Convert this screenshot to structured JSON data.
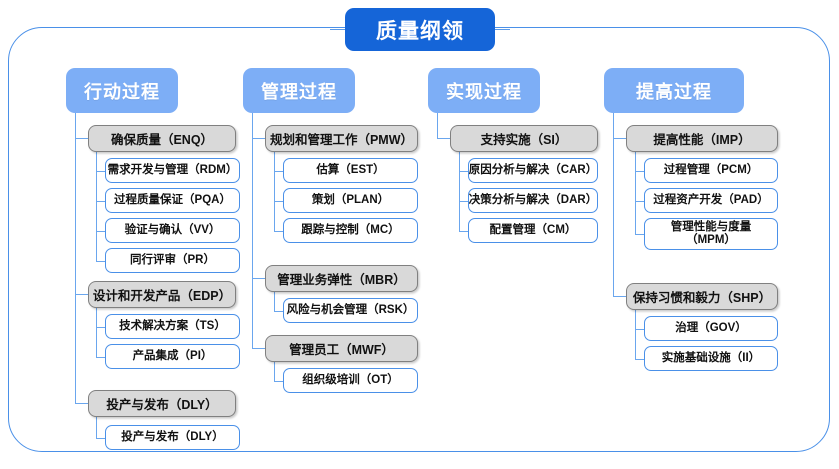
{
  "diagram": {
    "type": "tree-hierarchy",
    "root": {
      "label": "质量纲领"
    },
    "columns": [
      {
        "id": "col-action",
        "header": "行动过程",
        "groups": [
          {
            "label": "确保质量（ENQ）",
            "children": [
              "需求开发与管理（RDM）",
              "过程质量保证（PQA）",
              "验证与确认（VV）",
              "同行评审（PR）"
            ]
          },
          {
            "label": "设计和开发产品（EDP）",
            "children": [
              "技术解决方案（TS）",
              "产品集成（PI）"
            ]
          },
          {
            "label": "投产与发布（DLY）",
            "children": [
              "投产与发布（DLY）"
            ]
          }
        ]
      },
      {
        "id": "col-manage",
        "header": "管理过程",
        "groups": [
          {
            "label": "规划和管理工作（PMW）",
            "children": [
              "估算（EST）",
              "策划（PLAN）",
              "跟踪与控制（MC）"
            ]
          },
          {
            "label": "管理业务弹性（MBR）",
            "children": [
              "风险与机会管理（RSK）"
            ]
          },
          {
            "label": "管理员工（MWF）",
            "children": [
              "组织级培训（OT）"
            ]
          }
        ]
      },
      {
        "id": "col-implement",
        "header": "实现过程",
        "groups": [
          {
            "label": "支持实施（SI）",
            "children": [
              "原因分析与解决（CAR）",
              "决策分析与解决（DAR）",
              "配置管理（CM）"
            ]
          }
        ]
      },
      {
        "id": "col-improve",
        "header": "提高过程",
        "groups": [
          {
            "label": "提高性能（IMP）",
            "children": [
              "过程管理（PCM）",
              "过程资产开发（PAD）",
              "管理性能与度量\n（MPM）"
            ]
          },
          {
            "label": "保持习惯和毅力（SHP）",
            "children": [
              "治理（GOV）",
              "实施基础设施（II）"
            ]
          }
        ]
      }
    ],
    "colors": {
      "root_fill": "#1565d8",
      "header_fill": "#7daef6",
      "group_fill": "#d9d9d9",
      "group_border": "#808080",
      "leaf_fill": "#ffffff",
      "leaf_border": "#4a90e8",
      "connector": "#6aa6ee",
      "frame_border": "#4a90e8",
      "text": "#111111",
      "header_text": "#ffffff"
    }
  }
}
